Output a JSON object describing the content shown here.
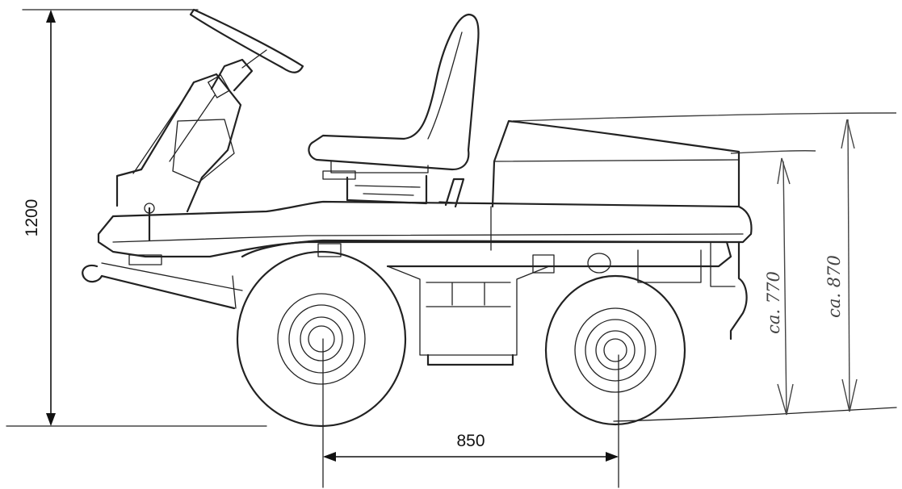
{
  "dimensions": {
    "overall_height": "1200",
    "wheelbase": "850",
    "rear_body_height": "ca. 770",
    "seat_back_height": "ca. 870"
  }
}
